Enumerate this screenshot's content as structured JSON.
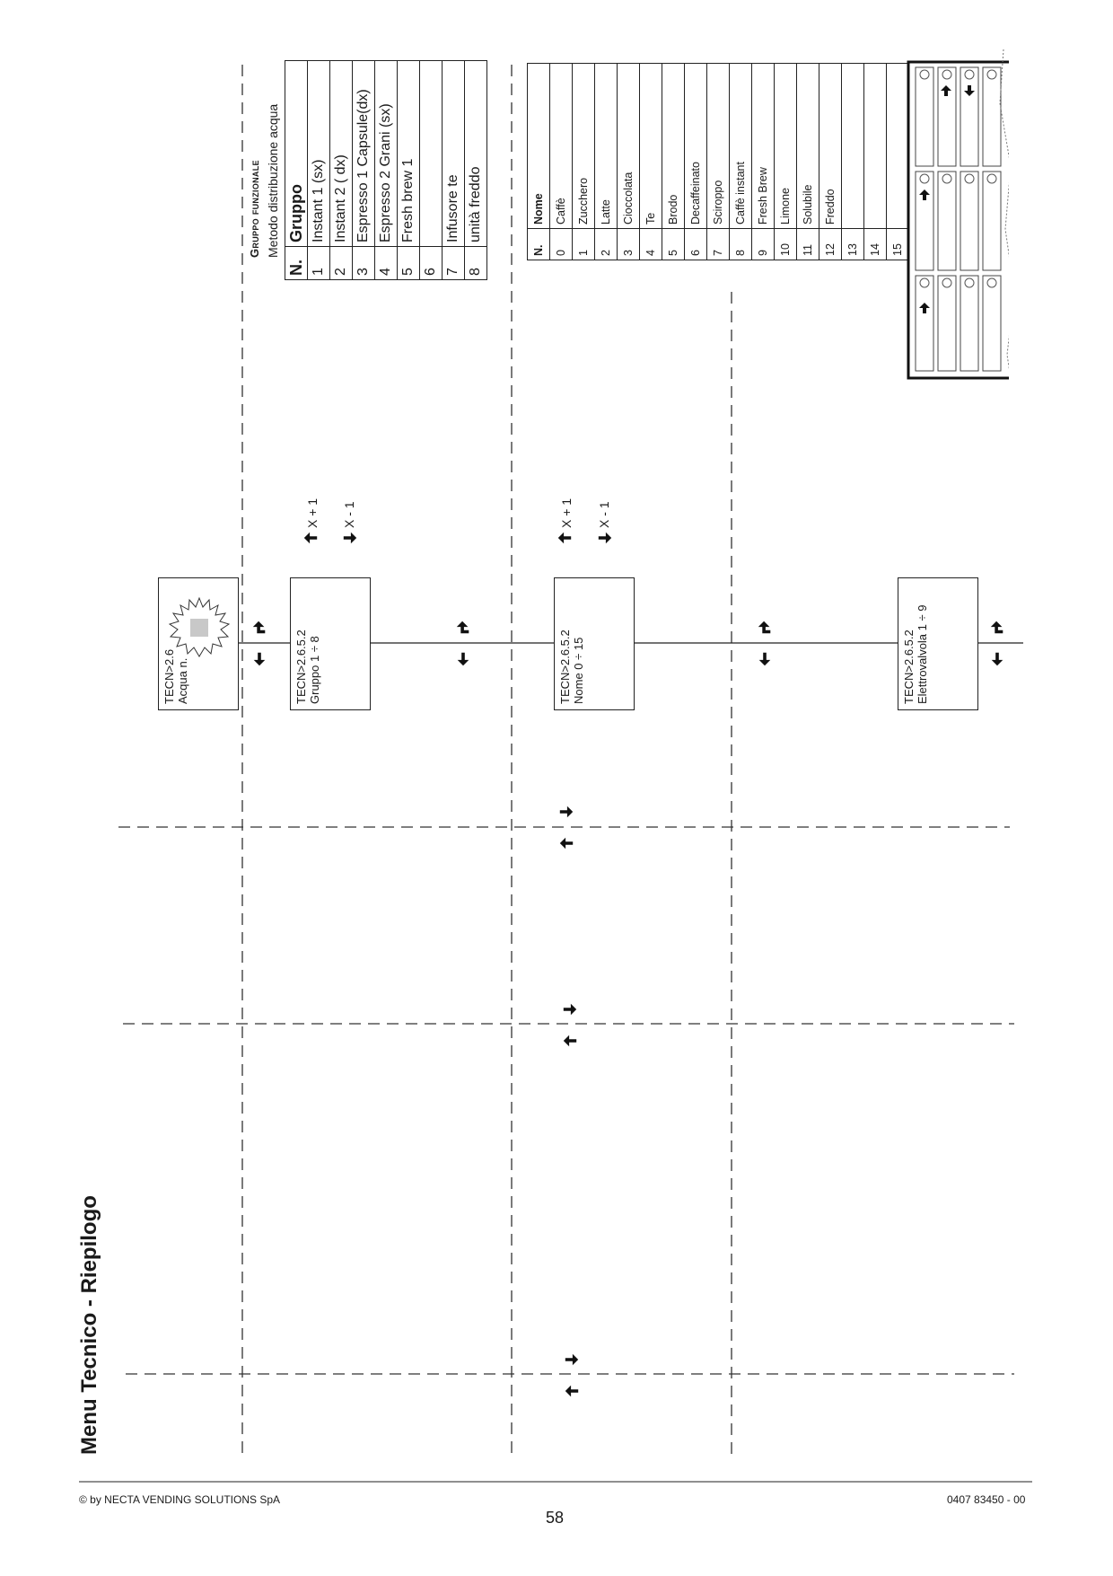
{
  "page": {
    "title": "Menu  Tecnico - Riepilogo",
    "copyright": "© by NECTA VENDING SOLUTIONS SpA",
    "page_number": "58",
    "doc_code": "0407 83450 - 00"
  },
  "flow": {
    "box1": {
      "line1": "TECN>2.6",
      "line2": "Acqua n."
    },
    "box2": {
      "line1": "TECN>2.6.5.2",
      "line2": "Gruppo 1 ÷ 8"
    },
    "box3": {
      "line1": "TECN>2.6.5.2",
      "line2": "Nome 0 ÷ 15"
    },
    "box4": {
      "line1": "TECN>2.6.5.2",
      "line2": "Elettrovalvola 1 ÷ 9"
    },
    "inc_label": "X + 1",
    "dec_label": "X - 1"
  },
  "gruppo_table": {
    "heading": "Gruppo funzionale",
    "subheading": "Metodo distribuzione acqua",
    "col_n": "N.",
    "col_name": "Gruppo",
    "rows": [
      {
        "n": "1",
        "name": "Instant 1 (sx)"
      },
      {
        "n": "2",
        "name": "Instant 2 ( dx)"
      },
      {
        "n": "3",
        "name": "Espresso 1 Capsule(dx)"
      },
      {
        "n": "4",
        "name": "Espresso 2 Grani (sx)"
      },
      {
        "n": "5",
        "name": "Fresh brew  1"
      },
      {
        "n": "6",
        "name": ""
      },
      {
        "n": "7",
        "name": "Infusore te"
      },
      {
        "n": "8",
        "name": "unità freddo"
      }
    ]
  },
  "nome_table": {
    "col_n": "N.",
    "col_name": "Nome",
    "rows": [
      {
        "n": "0",
        "name": "Caffè"
      },
      {
        "n": "1",
        "name": "Zucchero"
      },
      {
        "n": "2",
        "name": "Latte"
      },
      {
        "n": "3",
        "name": "Cioccolata"
      },
      {
        "n": "4",
        "name": "Te"
      },
      {
        "n": "5",
        "name": "Brodo"
      },
      {
        "n": "6",
        "name": "Decaffeinato"
      },
      {
        "n": "7",
        "name": "Sciroppo"
      },
      {
        "n": "8",
        "name": "Caffè instant"
      },
      {
        "n": "9",
        "name": "Fresh Brew"
      },
      {
        "n": "10",
        "name": "Limone"
      },
      {
        "n": "11",
        "name": "Solubile"
      },
      {
        "n": "12",
        "name": "Freddo"
      },
      {
        "n": "13",
        "name": ""
      },
      {
        "n": "14",
        "name": ""
      },
      {
        "n": "15",
        "name": ""
      }
    ]
  }
}
